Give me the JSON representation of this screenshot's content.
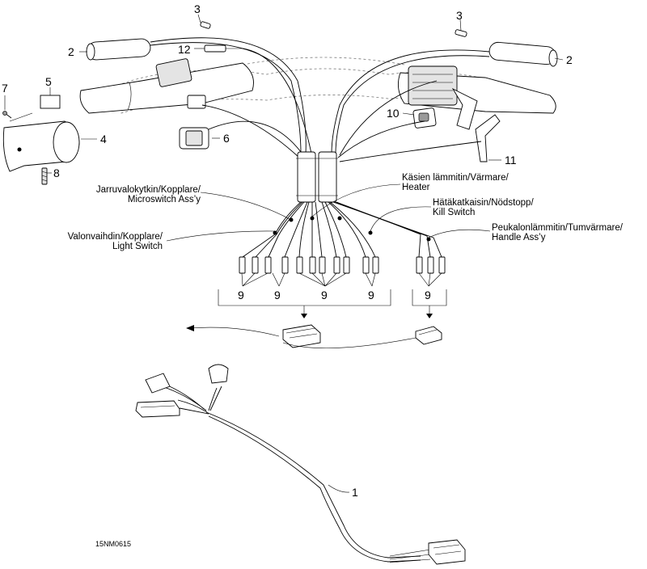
{
  "diagram": {
    "callouts": {
      "n1": "1",
      "n2a": "2",
      "n2b": "2",
      "n3a": "3",
      "n3b": "3",
      "n4": "4",
      "n5": "5",
      "n6": "6",
      "n7": "7",
      "n8": "8",
      "n9a": "9",
      "n9b": "9",
      "n9c": "9",
      "n9d": "9",
      "n9e": "9",
      "n10": "10",
      "n11": "11",
      "n12": "12"
    },
    "labels": {
      "brake_line1": "Jarruvalokytkin/Kopplare/",
      "brake_line2": "Microswitch Ass’y",
      "heater_line1": "Käsien lämmitin/Värmare/",
      "heater_line2": "Heater",
      "kill_line1": "Hätäkatkaisin/Nödstopp/",
      "kill_line2": "Kill Switch",
      "light_line1": "Valonvaihdin/Kopplare/",
      "light_line2": "Light Switch",
      "thumb_line1": "Peukalonlämmitin/Tumvärmare/",
      "thumb_line2": "Handle Ass’y"
    },
    "drawing_code": "15NM0615"
  }
}
